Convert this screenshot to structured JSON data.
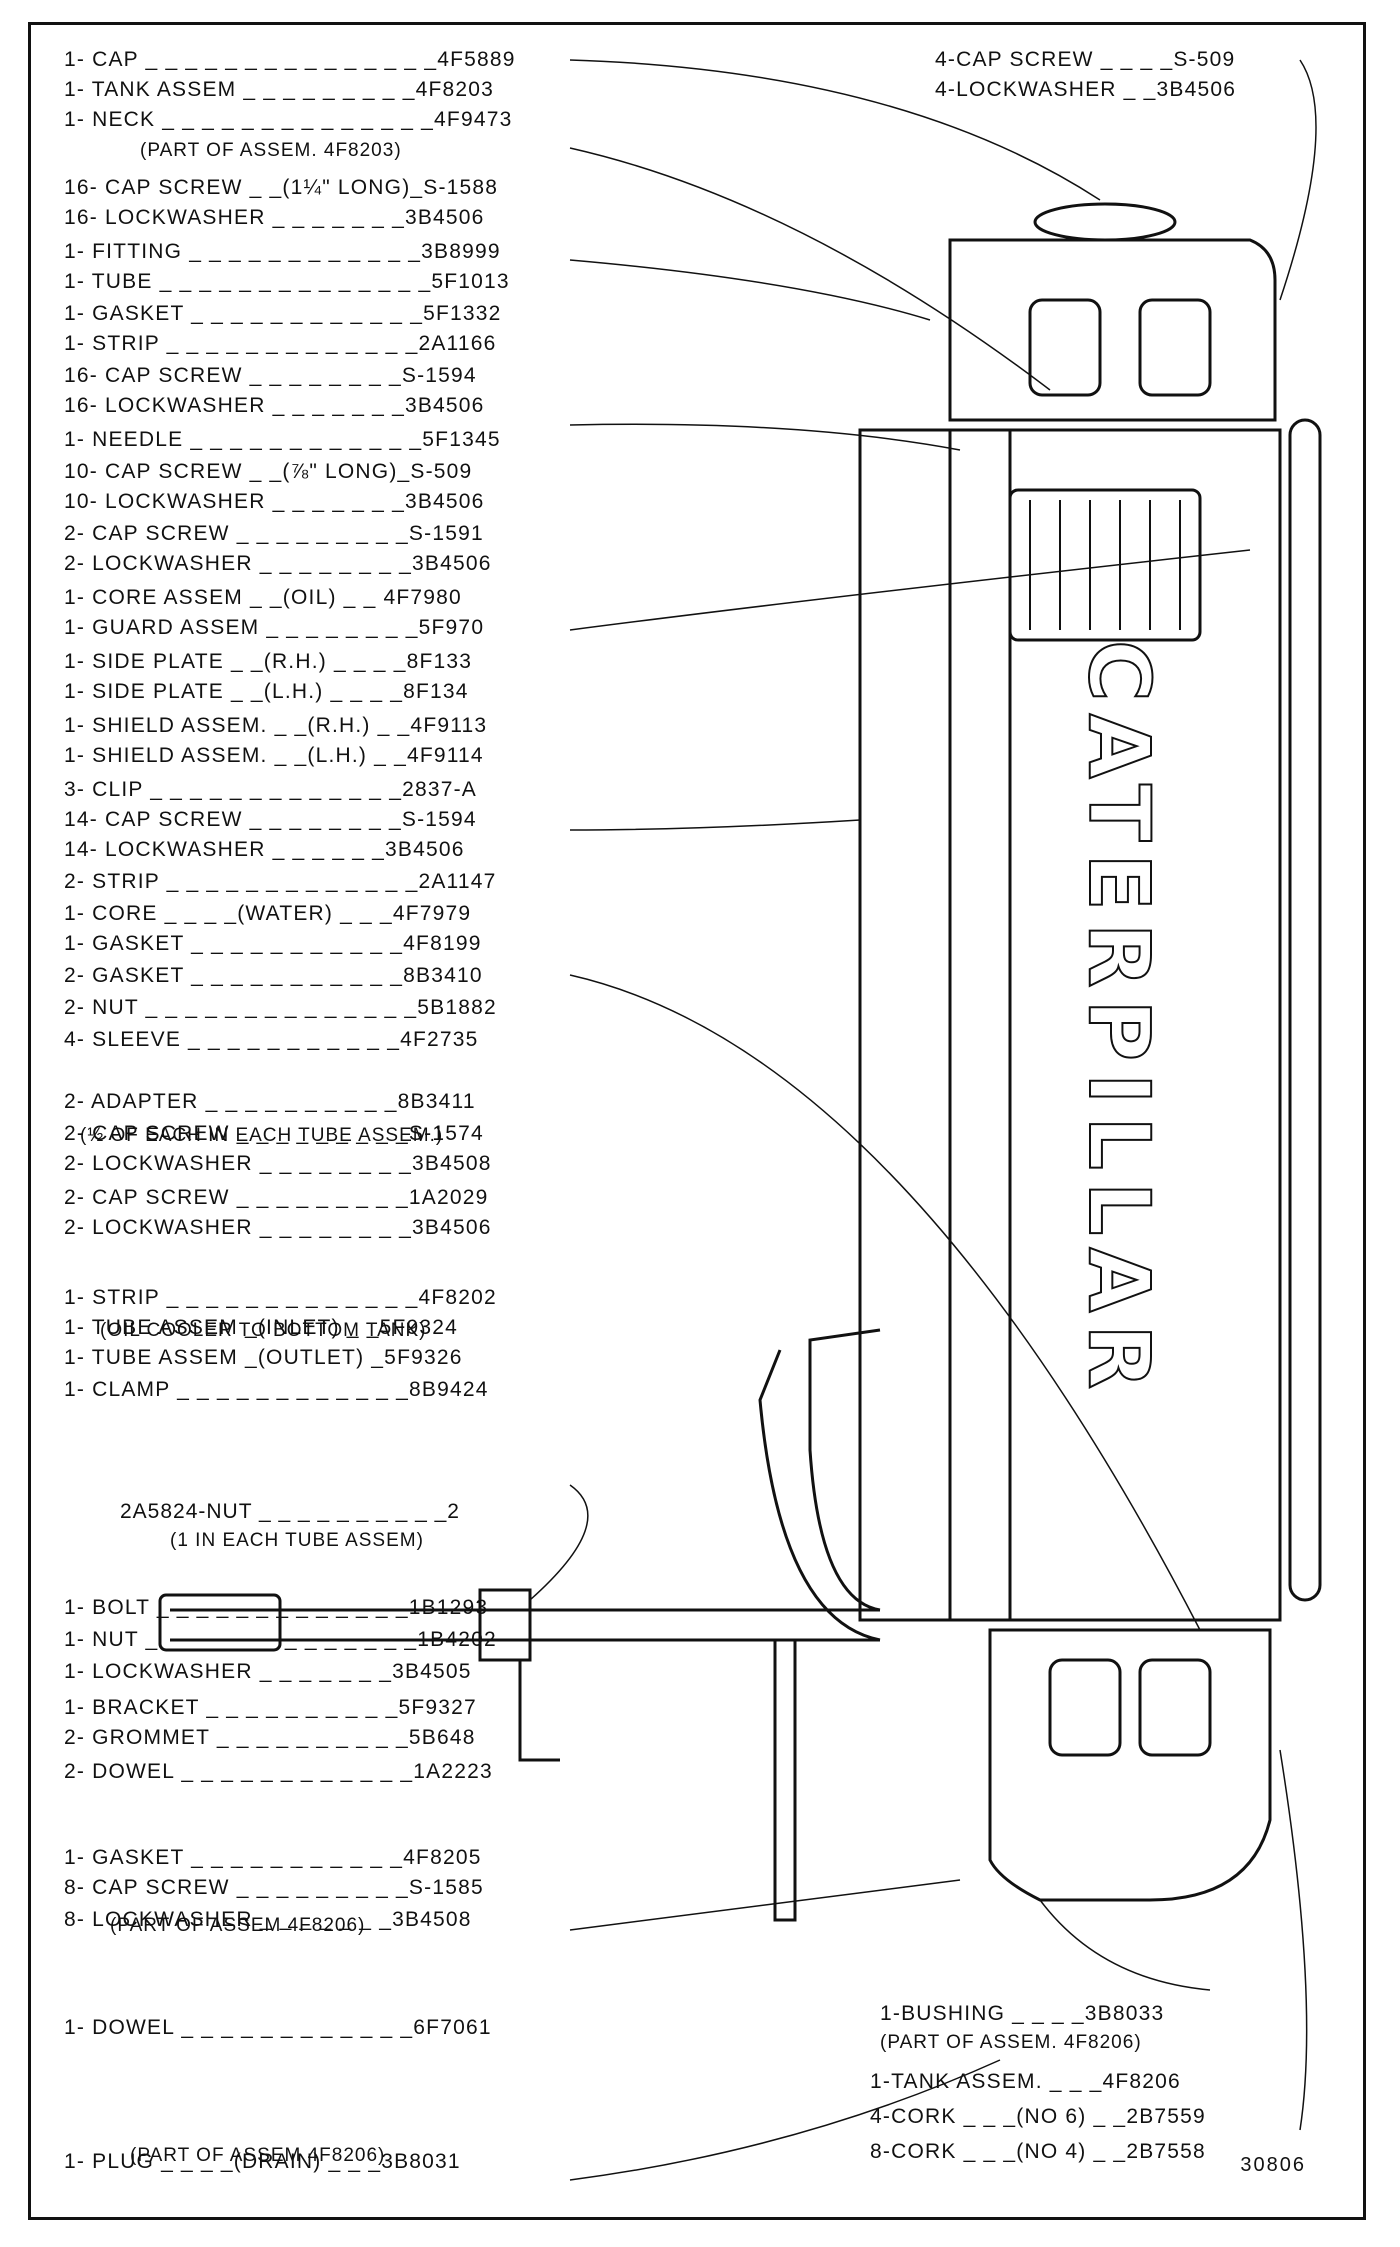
{
  "figure_number": "30806",
  "brand_text": "CATERPILLAR",
  "left_labels": [
    "1- CAP _ _ _ _ _ _ _ _ _ _ _ _ _ _ _4F5889",
    "1- TANK ASSEM _ _ _ _ _ _ _ _ _4F8203",
    "1- NECK _ _ _ _ _ _ _ _ _ _ _ _ _ _4F9473",
    "16- CAP SCREW _ _(1¼\" LONG)_S-1588",
    "16- LOCKWASHER _ _ _ _ _ _ _3B4506",
    "1- FITTING _ _ _ _ _ _ _ _ _ _ _ _3B8999",
    "1- TUBE _ _ _ _ _ _ _ _ _ _ _ _ _ _5F1013",
    "1- GASKET _ _ _ _ _ _ _ _ _ _ _ _5F1332",
    "1- STRIP _ _ _ _ _ _ _ _ _ _ _ _ _2A1166",
    "16- CAP SCREW _ _ _ _ _ _ _ _S-1594",
    "16- LOCKWASHER _ _ _ _ _ _ _3B4506",
    "1- NEEDLE _ _ _ _ _ _ _ _ _ _ _ _5F1345",
    "10- CAP SCREW _ _(⅞\" LONG)_S-509",
    "10- LOCKWASHER _ _ _ _ _ _ _3B4506",
    "2- CAP SCREW _ _ _ _ _ _ _ _ _S-1591",
    "2- LOCKWASHER _ _ _ _ _ _ _ _3B4506",
    "1- CORE ASSEM _ _(OIL) _ _ 4F7980",
    "1- GUARD ASSEM _ _ _ _ _ _ _ _5F970",
    "1- SIDE PLATE _ _(R.H.) _ _ _ _8F133",
    "1- SIDE PLATE _ _(L.H.) _ _ _ _8F134",
    "1- SHIELD ASSEM. _ _(R.H.) _ _4F9113",
    "1- SHIELD ASSEM. _ _(L.H.) _ _4F9114",
    "3- CLIP _ _ _ _ _ _ _ _ _ _ _ _ _2837-A",
    "14- CAP SCREW _ _ _ _ _ _ _ _S-1594",
    "14- LOCKWASHER _ _ _ _ _ _3B4506",
    "2- STRIP _ _ _ _ _ _ _ _ _ _ _ _ _2A1147",
    "1- CORE _ _ _ _(WATER) _ _ _4F7979",
    "1- GASKET _ _ _ _ _ _ _ _ _ _ _4F8199",
    "2- GASKET _ _ _ _ _ _ _ _ _ _ _8B3410",
    "2- NUT _ _ _ _ _ _ _ _ _ _ _ _ _ _5B1882",
    "4- SLEEVE _ _ _ _ _ _ _ _ _ _ _4F2735",
    "2- ADAPTER _ _ _ _ _ _ _ _ _ _8B3411",
    "2- CAP SCREW _ _ _ _ _ _ _ _ _S-1574",
    "2- LOCKWASHER _ _ _ _ _ _ _ _3B4508",
    "2- CAP SCREW _ _ _ _ _ _ _ _ _1A2029",
    "2- LOCKWASHER _ _ _ _ _ _ _ _3B4506",
    "1- STRIP _ _ _ _ _ _ _ _ _ _ _ _ _4F8202",
    "1- TUBE ASSEM _(INLET) _ _5F9324",
    "1- TUBE ASSEM _(OUTLET) _5F9326",
    "1- CLAMP _ _ _ _ _ _ _ _ _ _ _ _8B9424",
    "1- BOLT _ _ _ _ _ _ _ _ _ _ _ _ _1B1293",
    "1- NUT _ _ _ _ _ _ _ _ _ _ _ _ _ _1B4202",
    "1- LOCKWASHER _ _ _ _ _ _ _3B4505",
    "1- BRACKET _ _ _ _ _ _ _ _ _ _5F9327",
    "2- GROMMET _ _ _ _ _ _ _ _ _ _5B648",
    "2- DOWEL _ _ _ _ _ _ _ _ _ _ _ _1A2223",
    "1- GASKET _ _ _ _ _ _ _ _ _ _ _4F8205",
    "8- CAP SCREW _ _ _ _ _ _ _ _ _S-1585",
    "8- LOCKWASHER _ _ _ _ _ _ _3B4508",
    "1- DOWEL _ _ _ _ _ _ _ _ _ _ _ _6F7061",
    "1- PLUG _ _ _ _(DRAIN) _ _ _3B8031"
  ],
  "notes": {
    "neck": "(PART OF ASSEM. 4F8203)",
    "sleeve": "(½ OF EACH IN EACH TUBE ASSEM.)",
    "oil_cooler": "(OIL COOLER TO BOTTOM TANK)",
    "nut_label": "2A5824-NUT _ _ _ _ _ _ _ _ _ _2",
    "nut_note": "(1 IN EACH TUBE ASSEM)",
    "dowel1": "(PART OF ASSEM 4F8206)",
    "dowel2": "(PART OF ASSEM 4F8206)"
  },
  "right_labels": {
    "cap_screw": "4-CAP SCREW _ _ _ _S-509",
    "lockwasher": "4-LOCKWASHER _ _3B4506",
    "bushing": "1-BUSHING _ _ _ _3B8033",
    "bushing_note": "(PART OF ASSEM. 4F8206)",
    "tank_assem": "1-TANK ASSEM. _ _ _4F8206",
    "cork6": "4-CORK _ _ _(NO 6) _ _2B7559",
    "cork4": "8-CORK _ _ _(NO 4) _ _2B7558"
  }
}
